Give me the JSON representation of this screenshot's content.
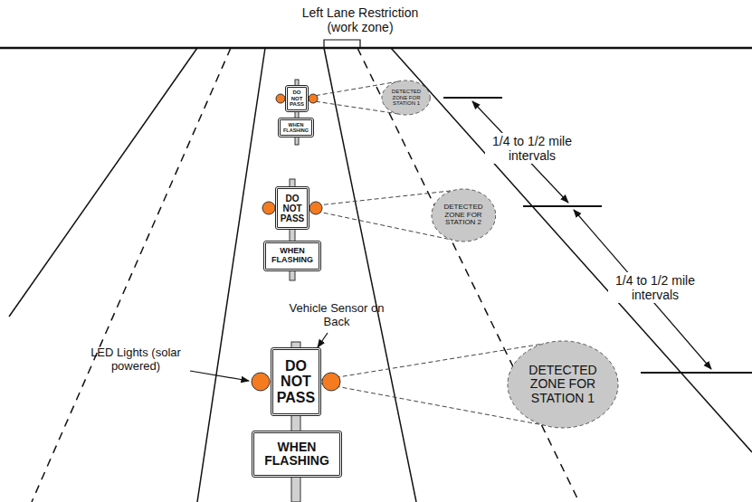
{
  "diagram": {
    "nodes": [
      {
        "text": [
          "DO NOT PASS"
        ]
      },
      {
        "text": [
          "WHEN FLASHING"
        ]
      },
      {
        "text": [
          "DETECTED ZONE FOR STATION 1"
        ]
      },
      {
        "text": [
          "DO NOT PASS"
        ]
      },
      {
        "text": [
          "WHEN FLASHING"
        ]
      },
      {
        "text": [
          "DETECTED ZONE FOR STATION 2"
        ]
      },
      {
        "text": [
          "DO NOT PASS"
        ]
      },
      {
        "text": [
          "WHEN FLASHING"
        ]
      },
      {
        "text": [
          "DETECTED ZONE FOR STATION 1"
        ]
      }
    ],
    "edges": [
      {
        "from": 0,
        "to": 2,
        "arrow": "none"
      },
      {
        "from": 0,
        "to": 2,
        "arrow": "none"
      },
      {
        "from": 3,
        "to": 5,
        "arrow": "none"
      },
      {
        "from": 3,
        "to": 5,
        "arrow": "none"
      },
      {
        "from": 6,
        "to": 8,
        "arrow": "none"
      },
      {
        "from": 6,
        "to": 8,
        "arrow": "none"
      }
    ],
    "labels": [
      "Left Lane Restriction (work zone)",
      "1/4 to 1/2 mile intervals",
      "1/4 to 1/2 mile intervals",
      "Vehicle Sensor on Back",
      "LED Lights (solar powered)"
    ]
  }
}
